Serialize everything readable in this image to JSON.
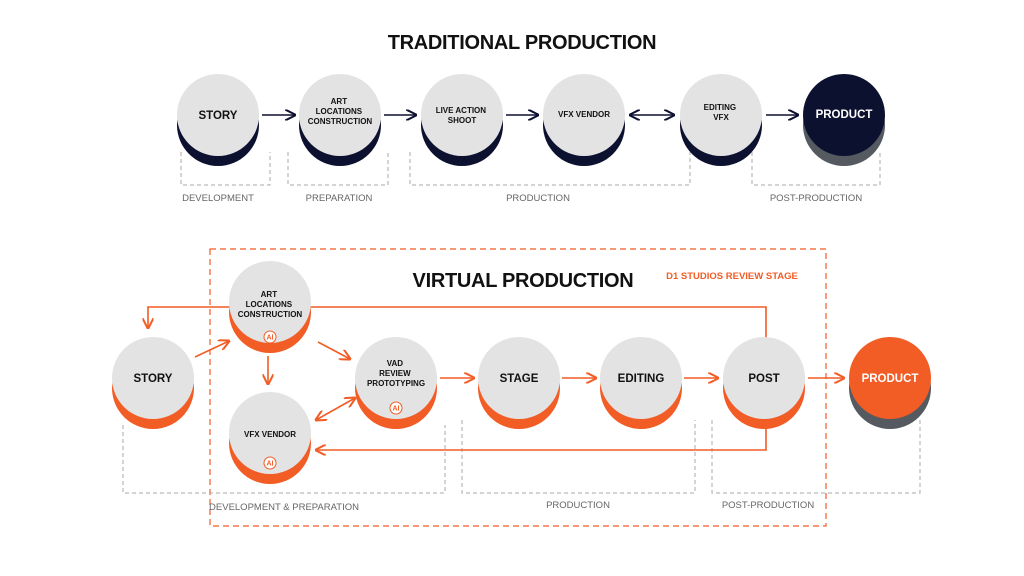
{
  "traditional": {
    "title": "TRADITIONAL PRODUCTION",
    "nodes": {
      "story": [
        "STORY"
      ],
      "art": [
        "ART",
        "LOCATIONS",
        "CONSTRUCTION"
      ],
      "live": [
        "LIVE ACTION",
        "SHOOT"
      ],
      "vfx": [
        "VFX VENDOR"
      ],
      "editing": [
        "EDITING",
        "VFX"
      ],
      "product": [
        "PRODUCT"
      ]
    },
    "phases": {
      "development": "DEVELOPMENT",
      "preparation": "PREPARATION",
      "production": "PRODUCTION",
      "post": "POST-PRODUCTION"
    }
  },
  "virtual": {
    "title": "VIRTUAL PRODUCTION",
    "stage_tag": "D1 STUDIOS REVIEW STAGE",
    "ai_badge": "AI",
    "nodes": {
      "story": [
        "STORY"
      ],
      "art": [
        "ART",
        "LOCATIONS",
        "CONSTRUCTION"
      ],
      "vfx": [
        "VFX VENDOR"
      ],
      "vad": [
        "VAD",
        "REVIEW",
        "PROTOTYPING"
      ],
      "stage": [
        "STAGE"
      ],
      "editing": [
        "EDITING"
      ],
      "post": [
        "POST"
      ],
      "product": [
        "PRODUCT"
      ]
    },
    "phases": {
      "devprep": "DEVELOPMENT & PREPARATION",
      "production": "PRODUCTION",
      "post": "POST-PRODUCTION"
    }
  },
  "colors": {
    "navy": "#0d1130",
    "orange": "#f25c25",
    "grey_fill": "#e3e3e3",
    "shadow": "#555a60"
  }
}
